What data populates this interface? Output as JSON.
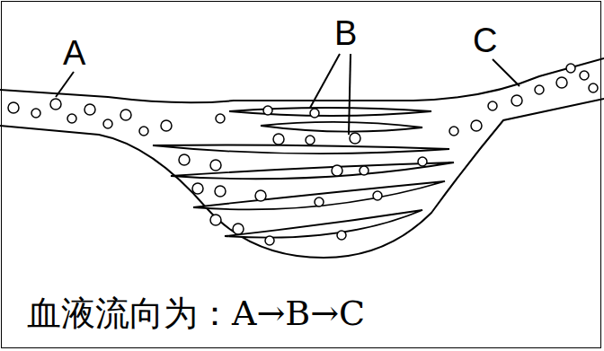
{
  "diagram": {
    "caption": "血液流向为：A→B→C",
    "labels": [
      "A",
      "B",
      "C"
    ]
  }
}
